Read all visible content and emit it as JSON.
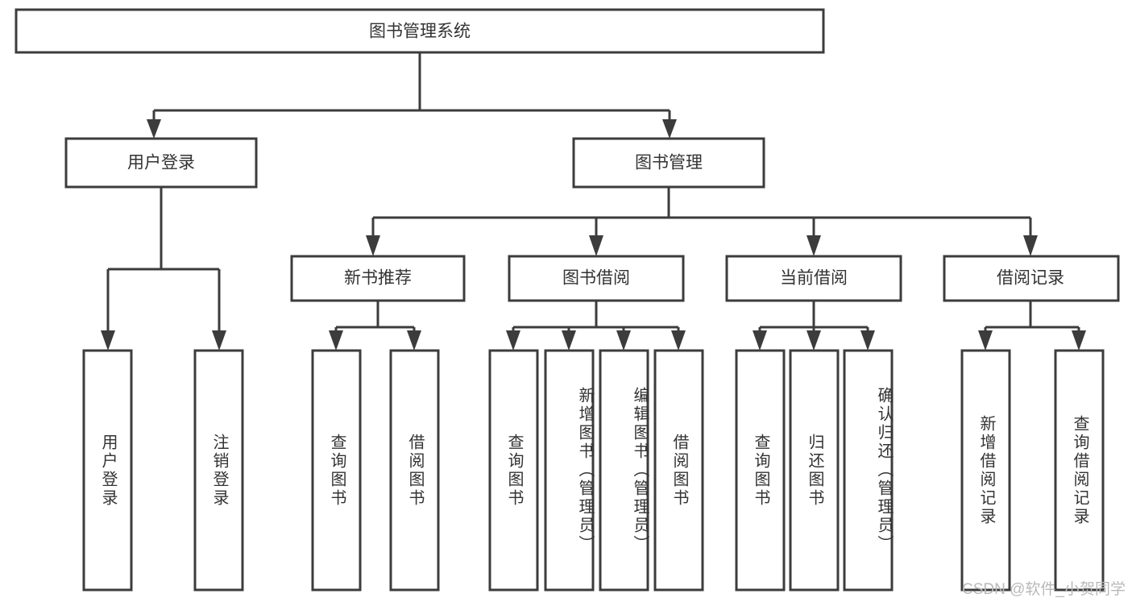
{
  "diagram": {
    "title_node": {
      "label": "图书管理系统"
    },
    "level2": [
      {
        "id": "user-login",
        "label": "用户登录"
      },
      {
        "id": "book-management",
        "label": "图书管理"
      }
    ],
    "level3": [
      {
        "id": "new-book-recommend",
        "label": "新书推荐"
      },
      {
        "id": "book-borrow",
        "label": "图书借阅"
      },
      {
        "id": "current-borrow",
        "label": "当前借阅"
      },
      {
        "id": "borrow-record",
        "label": "借阅记录"
      }
    ],
    "leaves": {
      "user_login": [
        {
          "id": "leaf-user-login",
          "label": "用户登录"
        },
        {
          "id": "leaf-logout-login",
          "label": "注销登录"
        }
      ],
      "new_book_recommend": [
        {
          "id": "leaf-query-book-1",
          "label": "查询图书"
        },
        {
          "id": "leaf-borrow-book-1",
          "label": "借阅图书"
        }
      ],
      "book_borrow": [
        {
          "id": "leaf-query-book-2",
          "label": "查询图书"
        },
        {
          "id": "leaf-add-book",
          "label": "新增图书（管理员）"
        },
        {
          "id": "leaf-edit-book",
          "label": "编辑图书（管理员）"
        },
        {
          "id": "leaf-borrow-book-2",
          "label": "借阅图书"
        }
      ],
      "current_borrow": [
        {
          "id": "leaf-query-book-3",
          "label": "查询图书"
        },
        {
          "id": "leaf-return-book",
          "label": "归还图书"
        },
        {
          "id": "leaf-confirm-return",
          "label": "确认归还（管理员）"
        }
      ],
      "borrow_record": [
        {
          "id": "leaf-add-record",
          "label": "新增借阅记录"
        },
        {
          "id": "leaf-query-record",
          "label": "查询借阅记录"
        }
      ]
    },
    "watermark": {
      "text": "CSDN @软件_小贺同学"
    },
    "colors": {
      "stroke": "#3c3c3c",
      "box_fill": "#ffffff",
      "text": "#333333",
      "watermark": "#b9b9b9",
      "background": "#ffffff"
    }
  }
}
